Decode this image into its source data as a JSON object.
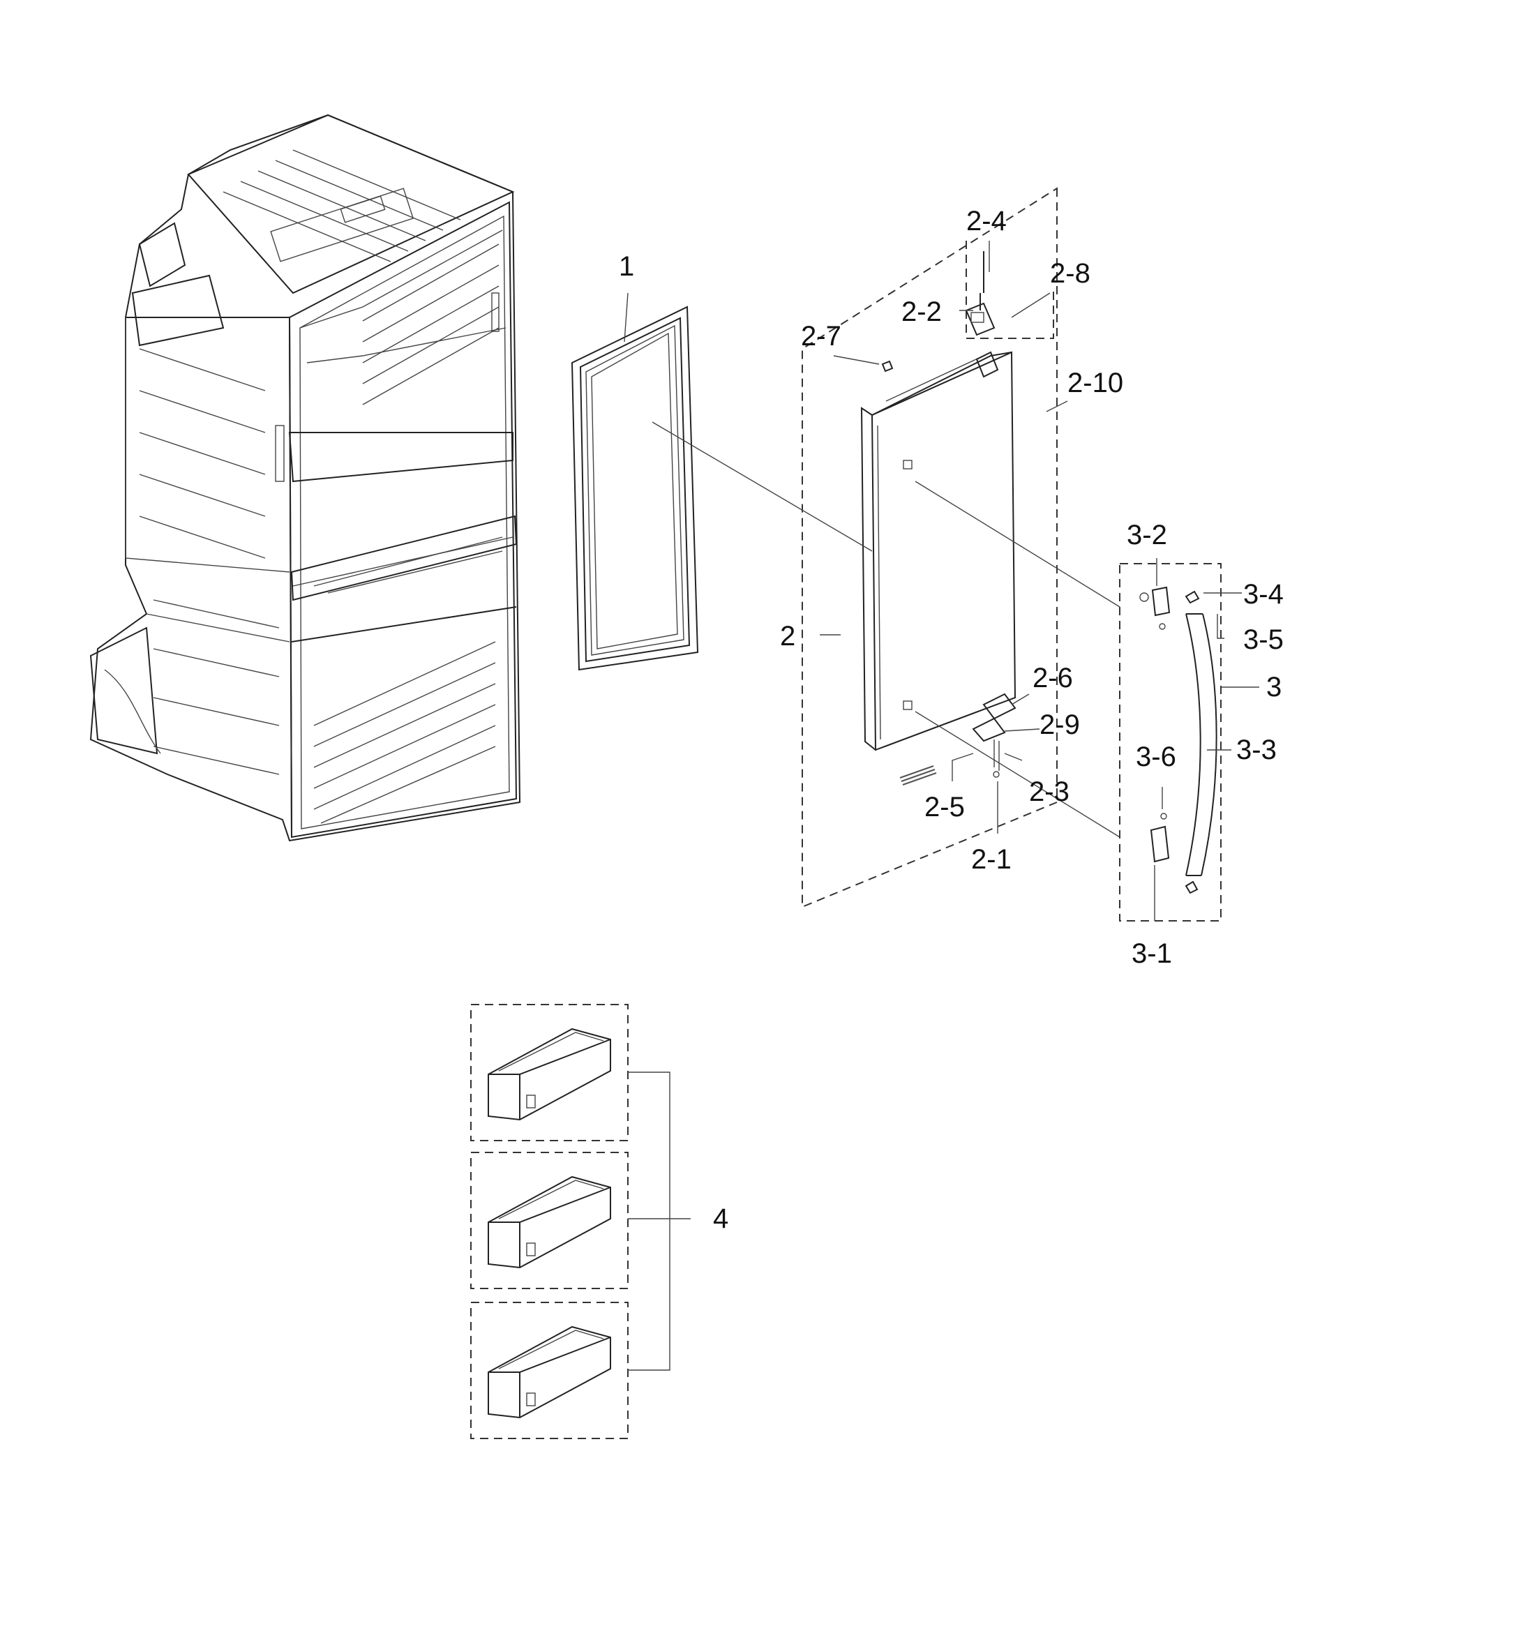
{
  "labels": {
    "p1": "1",
    "p2": "2",
    "p2_1": "2-1",
    "p2_2": "2-2",
    "p2_3": "2-3",
    "p2_4": "2-4",
    "p2_5": "2-5",
    "p2_6": "2-6",
    "p2_7": "2-7",
    "p2_8": "2-8",
    "p2_9": "2-9",
    "p2_10": "2-10",
    "p3": "3",
    "p3_1": "3-1",
    "p3_2": "3-2",
    "p3_3": "3-3",
    "p3_4": "3-4",
    "p3_5": "3-5",
    "p3_6": "3-6",
    "p4": "4"
  }
}
